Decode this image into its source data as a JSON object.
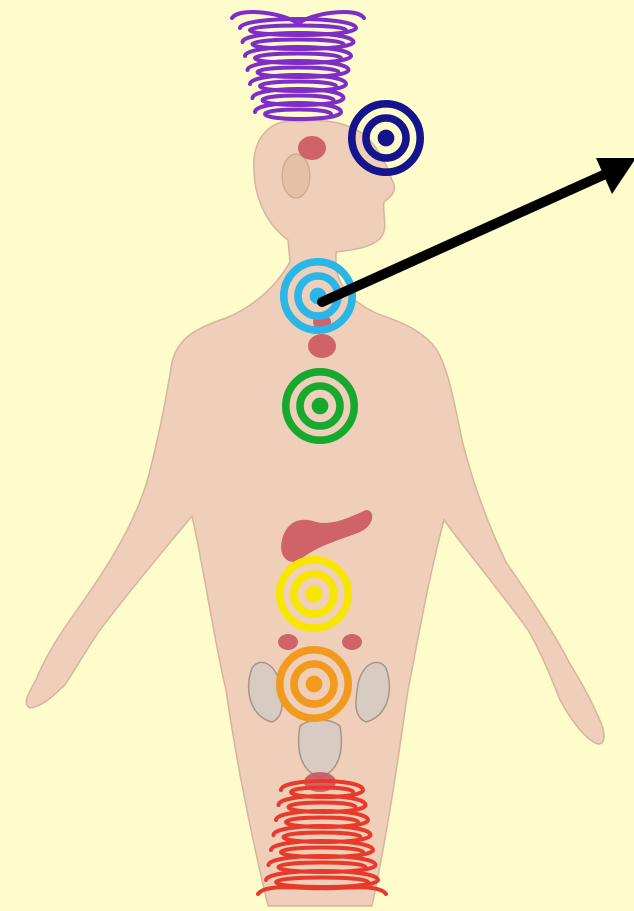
{
  "background_color": "#FFFCCC",
  "body_color": "#EFCFB9",
  "organ_color": "#C9505A",
  "arrow_color": "#000000",
  "chakras": [
    {
      "name": "crown",
      "color": "#7E2DC8",
      "icon": "spiral-coil-icon"
    },
    {
      "name": "third-eye",
      "color": "#14148C",
      "icon": "concentric-rings-icon"
    },
    {
      "name": "throat",
      "color": "#2BB6E8",
      "icon": "concentric-rings-icon"
    },
    {
      "name": "heart",
      "color": "#17A82E",
      "icon": "concentric-rings-icon"
    },
    {
      "name": "solar-plexus",
      "color": "#F7E600",
      "icon": "concentric-rings-icon"
    },
    {
      "name": "sacral",
      "color": "#F29A1E",
      "icon": "concentric-rings-icon"
    },
    {
      "name": "root",
      "color": "#E83A2A",
      "icon": "spiral-coil-icon"
    }
  ]
}
